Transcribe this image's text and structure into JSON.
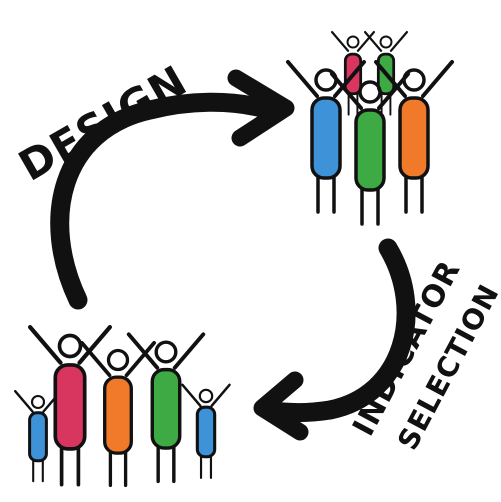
{
  "labels": {
    "design": "DESIGN",
    "indicator": "INDICATOR",
    "selection": "SELECTION"
  },
  "colors": {
    "ink": "#111111",
    "pink": "#d8365f",
    "green": "#3daa44",
    "orange": "#f07a2a",
    "blue": "#3d92d8"
  }
}
